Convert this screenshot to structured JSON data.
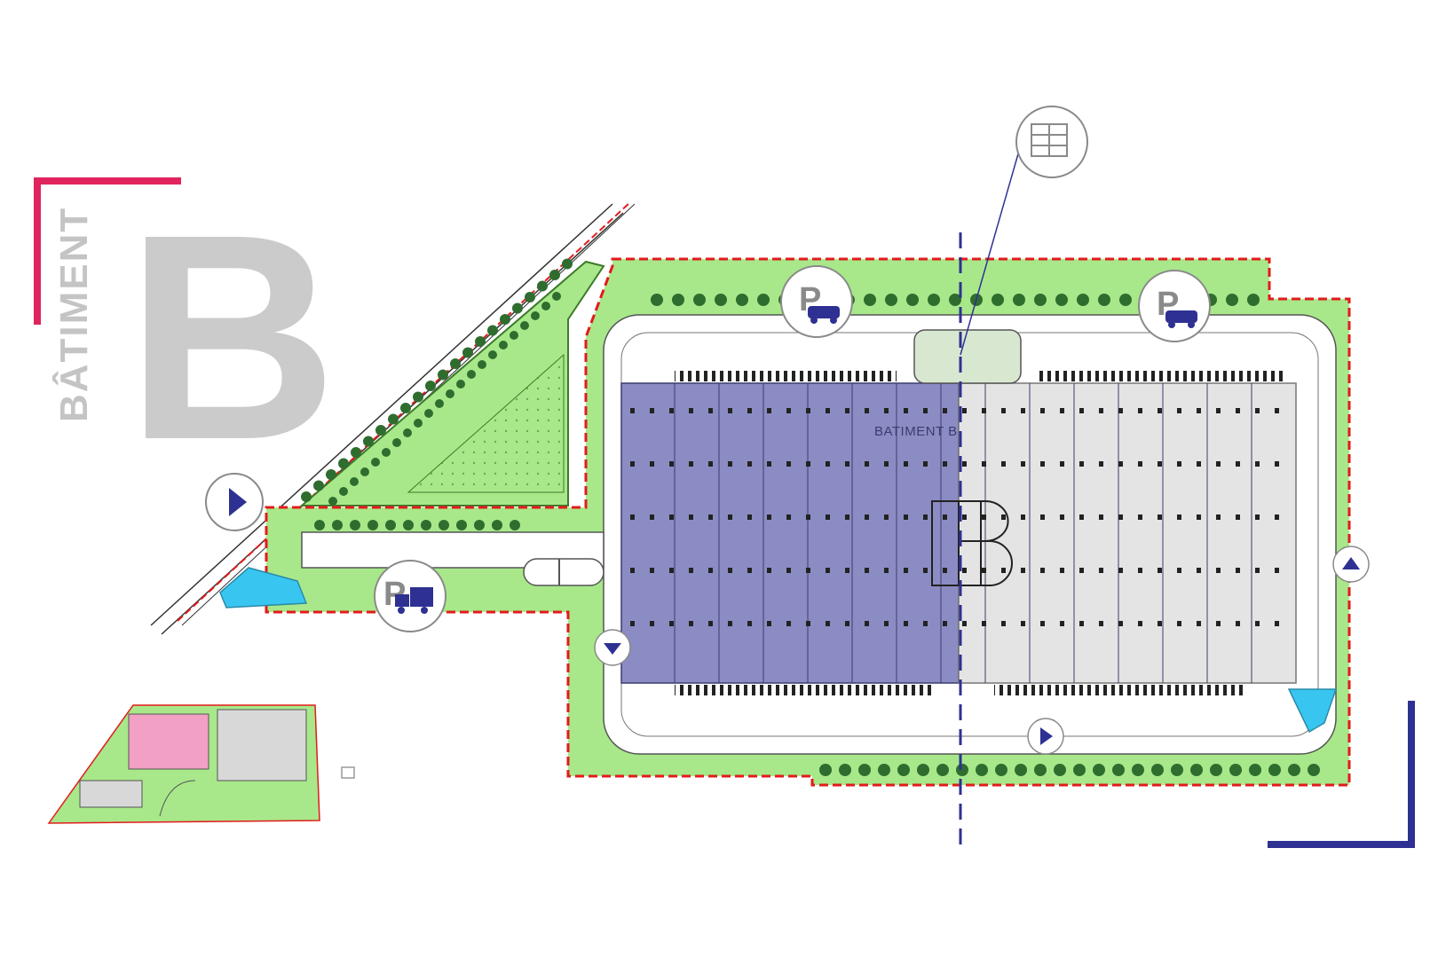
{
  "title": {
    "vertical_word": "BÂTIMENT",
    "letter": "B"
  },
  "site_plan": {
    "building_label": "BATIMENT B",
    "building_letter": "B",
    "legend_icons": [
      {
        "name": "car-parking-icon",
        "letter": "P"
      },
      {
        "name": "car-parking-icon",
        "letter": "P"
      },
      {
        "name": "truck-parking-icon",
        "letter": "P"
      },
      {
        "name": "office-building-icon"
      },
      {
        "name": "entrance-arrow-icon"
      },
      {
        "name": "exit-arrow-icon"
      }
    ]
  },
  "colors": {
    "accent_pink": "#e0245e",
    "accent_navy": "#2e3192",
    "building_highlight": "#8c8cc4",
    "building_other": "#e4e4e4",
    "green_space": "#a8e88a",
    "tree": "#2f6d2f",
    "water": "#38c6f0",
    "property_line": "#e21b1b",
    "icon_grey": "#8a8a8a"
  },
  "inset_map": {
    "description_visible": false
  }
}
